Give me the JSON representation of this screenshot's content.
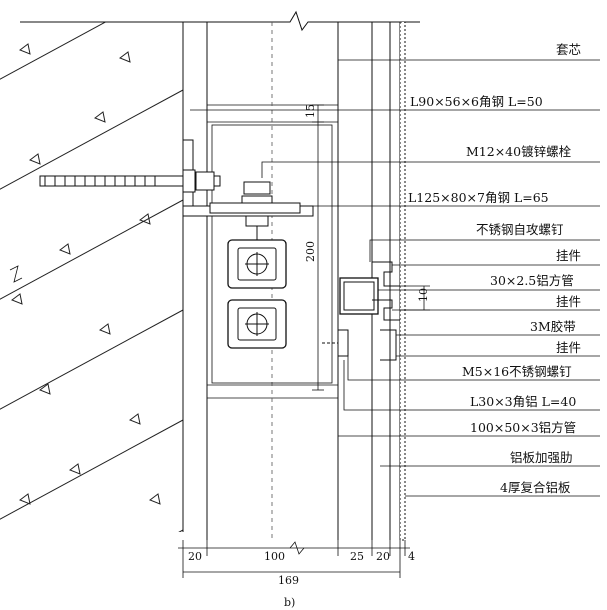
{
  "figure_label": "b)",
  "callouts": [
    {
      "id": "taoxin",
      "text": "套芯"
    },
    {
      "id": "angle90",
      "text": "L90×56×6角钢 L=50"
    },
    {
      "id": "bolt",
      "text": "M12×40镀锌螺栓"
    },
    {
      "id": "angle125",
      "text": "L125×80×7角钢 L=65"
    },
    {
      "id": "screw",
      "text": "不锈钢自攻螺钉"
    },
    {
      "id": "hanger1",
      "text": "挂件"
    },
    {
      "id": "tube30",
      "text": "30×2.5铝方管"
    },
    {
      "id": "hanger2",
      "text": "挂件"
    },
    {
      "id": "tape",
      "text": "3M胶带"
    },
    {
      "id": "hanger3",
      "text": "挂件"
    },
    {
      "id": "m5",
      "text": "M5×16不锈钢螺钉"
    },
    {
      "id": "l30",
      "text": "L30×3角铝 L=40"
    },
    {
      "id": "tube100",
      "text": "100×50×3铝方管"
    },
    {
      "id": "rib",
      "text": "铝板加强肋"
    },
    {
      "id": "panel",
      "text": "4厚复合铝板"
    }
  ],
  "dimensions": {
    "bottom": [
      "20",
      "100",
      "25",
      "20",
      "4"
    ],
    "total": "169",
    "vertical_15": "15",
    "vertical_200": "200",
    "gap_10": "10"
  }
}
